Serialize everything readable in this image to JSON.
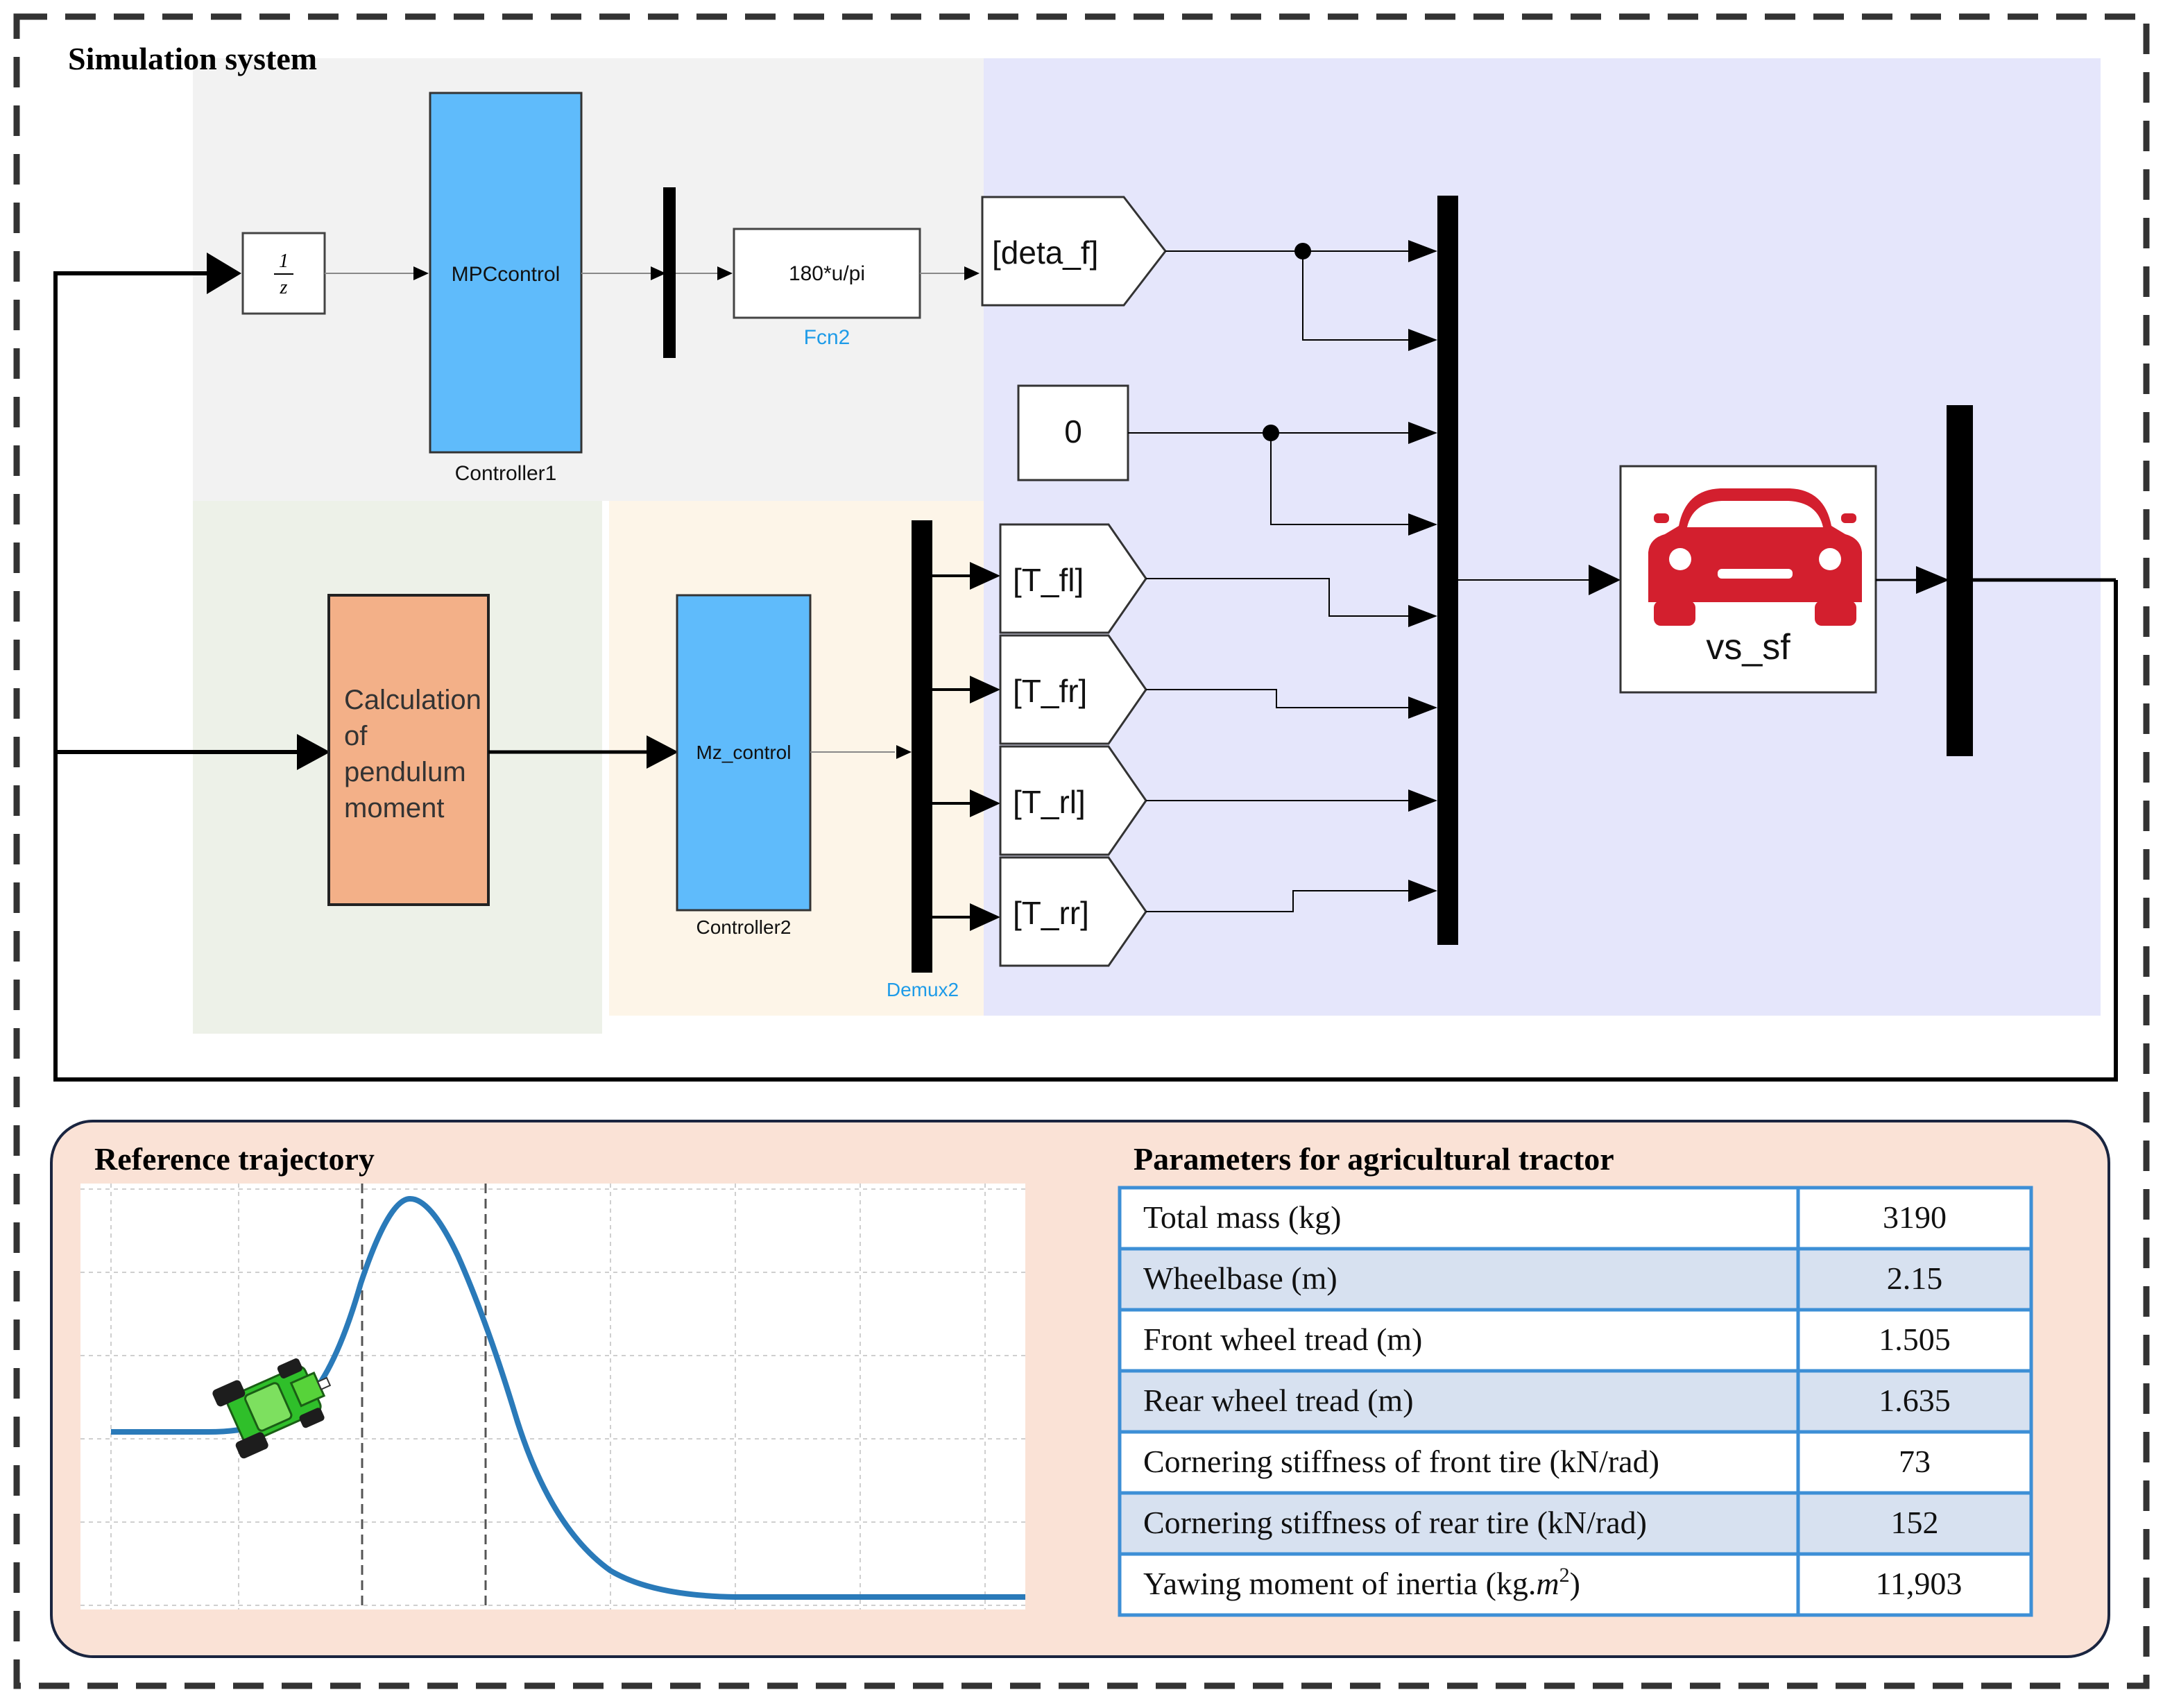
{
  "sim": {
    "title": "Simulation system",
    "delay": {
      "num": "1",
      "den": "z"
    },
    "mpc": {
      "label": "MPCcontrol",
      "caption": "Controller1"
    },
    "fcn": {
      "label": "180*u/pi",
      "caption": "Fcn2"
    },
    "deta_tag": "[deta_f]",
    "zero_const": "0",
    "pendulum": [
      "Calculation",
      "of",
      "pendulum",
      "moment"
    ],
    "mz": {
      "label": "Mz_control",
      "caption": "Controller2"
    },
    "demux_caption": "Demux2",
    "torque_tags": [
      "[T_fl]",
      "[T_fr]",
      "[T_rl]",
      "[T_rr]"
    ],
    "vehicle": {
      "label": "vs_sf",
      "icon": "car-icon"
    }
  },
  "trajectory": {
    "title": "Reference trajectory",
    "icon": "tractor-icon"
  },
  "params": {
    "title": "Parameters for agricultural tractor",
    "rows": [
      {
        "name": "Total mass (kg)",
        "value": "3190"
      },
      {
        "name": "Wheelbase (m)",
        "value": "2.15"
      },
      {
        "name": "Front wheel tread (m)",
        "value": "1.505"
      },
      {
        "name": "Rear wheel tread (m)",
        "value": "1.635"
      },
      {
        "name": "Cornering stiffness of front tire (kN/rad)",
        "value": "73"
      },
      {
        "name": "Cornering stiffness of rear tire (kN/rad)",
        "value": "152"
      },
      {
        "name": "Yawing moment of inertia (kg.",
        "math": "m",
        "sup": "2",
        "close": ")",
        "value": "11,903"
      }
    ]
  },
  "colors": {
    "block_blue": "#5fbbfb",
    "pendulum_orange": "#f3b088",
    "link_blue": "#1e9be8",
    "car_red": "#d31f2e",
    "table_border": "#3d8fd6",
    "row_alt": "#d7e1f0",
    "curve": "#2a7ab9"
  }
}
